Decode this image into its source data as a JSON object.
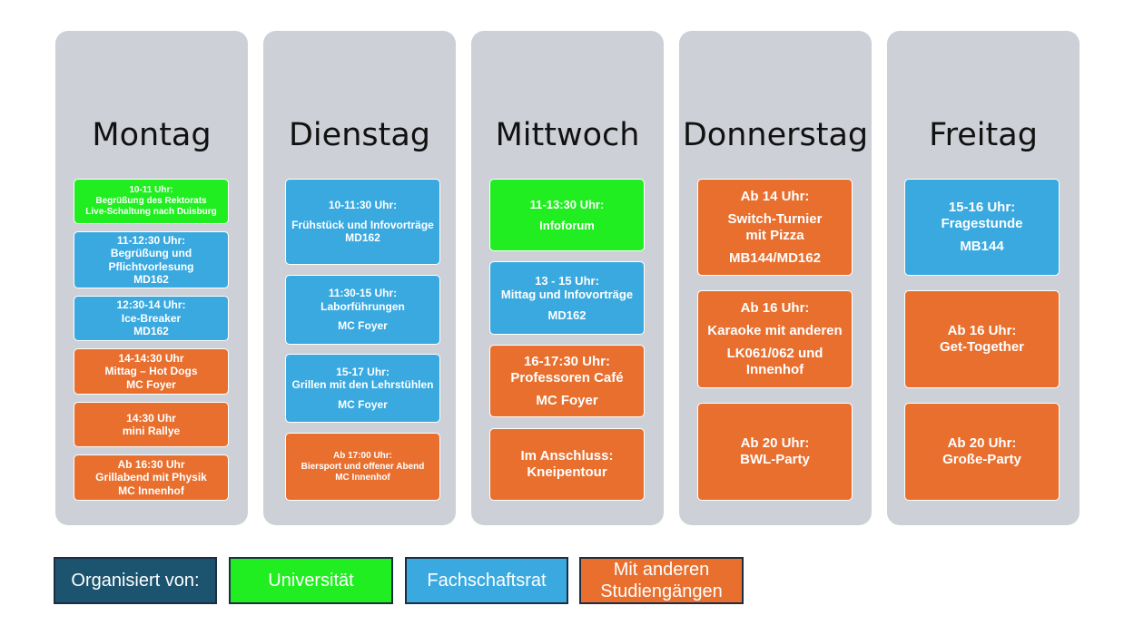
{
  "days": [
    {
      "title": "Montag",
      "events": [
        {
          "cat": "uni",
          "size": 10,
          "lines": [
            "10-11 Uhr:",
            "Begrüßung des Rektorats",
            "Live-Schaltung nach Duisburg"
          ],
          "gaps": []
        },
        {
          "cat": "fsr",
          "size": 12,
          "lines": [
            "11-12:30 Uhr:",
            "Begrüßung und",
            "Pflichtvorlesung",
            "MD162"
          ],
          "gaps": []
        },
        {
          "cat": "fsr",
          "size": 12,
          "lines": [
            "12:30-14 Uhr:",
            "Ice-Breaker",
            "MD162"
          ],
          "gaps": []
        },
        {
          "cat": "oth",
          "size": 12,
          "lines": [
            "14-14:30 Uhr",
            "Mittag – Hot Dogs",
            "MC Foyer"
          ],
          "gaps": []
        },
        {
          "cat": "oth",
          "size": 12,
          "lines": [
            "14:30 Uhr",
            "mini Rallye"
          ],
          "gaps": []
        },
        {
          "cat": "oth",
          "size": 12,
          "lines": [
            "Ab 16:30 Uhr",
            "Grillabend mit Physik",
            "MC Innenhof"
          ],
          "gaps": []
        }
      ]
    },
    {
      "title": "Dienstag",
      "events": [
        {
          "cat": "fsr",
          "size": 12,
          "lines": [
            "10-11:30 Uhr:",
            "Frühstück und Infovorträge",
            "MD162"
          ],
          "gaps": [
            1
          ]
        },
        {
          "cat": "fsr",
          "size": 12,
          "lines": [
            "11:30-15 Uhr:",
            "Laborführungen",
            "MC Foyer"
          ],
          "gaps": [
            2
          ]
        },
        {
          "cat": "fsr",
          "size": 12,
          "lines": [
            "15-17 Uhr:",
            "Grillen mit den Lehrstühlen",
            "MC Foyer"
          ],
          "gaps": [
            2
          ]
        },
        {
          "cat": "oth",
          "size": 10,
          "lines": [
            "Ab 17:00 Uhr:",
            "Biersport und offener Abend",
            "MC Innenhof"
          ],
          "gaps": []
        }
      ]
    },
    {
      "title": "Mittwoch",
      "events": [
        {
          "cat": "uni",
          "size": 13,
          "lines": [
            "11-13:30 Uhr:",
            "Infoforum"
          ],
          "gaps": [
            1
          ]
        },
        {
          "cat": "fsr",
          "size": 13,
          "lines": [
            "13 - 15 Uhr:",
            "Mittag und Infovorträge",
            "MD162"
          ],
          "gaps": [
            2
          ]
        },
        {
          "cat": "oth",
          "size": 15,
          "lines": [
            "16-17:30 Uhr:",
            "Professoren Café",
            "MC Foyer"
          ],
          "gaps": [
            2
          ]
        },
        {
          "cat": "oth",
          "size": 15,
          "lines": [
            "Im Anschluss:",
            "Kneipentour"
          ],
          "gaps": []
        }
      ]
    },
    {
      "title": "Donnerstag",
      "events": [
        {
          "cat": "oth",
          "size": 15,
          "lines": [
            "Ab 14 Uhr:",
            "Switch-Turnier",
            "mit Pizza",
            "MB144/MD162"
          ],
          "gaps": [
            1,
            3
          ]
        },
        {
          "cat": "oth",
          "size": 15,
          "lines": [
            "Ab 16 Uhr:",
            "Karaoke mit anderen",
            "LK061/062 und",
            "Innenhof"
          ],
          "gaps": [
            1,
            2
          ]
        },
        {
          "cat": "oth",
          "size": 15,
          "lines": [
            "Ab 20 Uhr:",
            "BWL-Party"
          ],
          "gaps": []
        }
      ]
    },
    {
      "title": "Freitag",
      "events": [
        {
          "cat": "fsr",
          "size": 15,
          "lines": [
            "15-16 Uhr:",
            "Fragestunde",
            "MB144"
          ],
          "gaps": [
            2
          ]
        },
        {
          "cat": "oth",
          "size": 15,
          "lines": [
            "Ab 16 Uhr:",
            "Get-Together"
          ],
          "gaps": []
        },
        {
          "cat": "oth",
          "size": 15,
          "lines": [
            "Ab 20 Uhr:",
            "Große-Party"
          ],
          "gaps": []
        }
      ]
    }
  ],
  "legend": {
    "label": "Organisiert von:",
    "items": [
      {
        "cat": "uni",
        "text": "Universität"
      },
      {
        "cat": "fsr",
        "text": "Fachschaftsrat"
      },
      {
        "cat": "oth",
        "text": "Mit anderen Studiengängen"
      }
    ]
  },
  "colors": {
    "uni": "#21ee21",
    "fsr": "#3aa9e0",
    "oth": "#e86f2e",
    "legend_label_bg": "#1c5470",
    "column_bg": "#cdd0d6"
  }
}
